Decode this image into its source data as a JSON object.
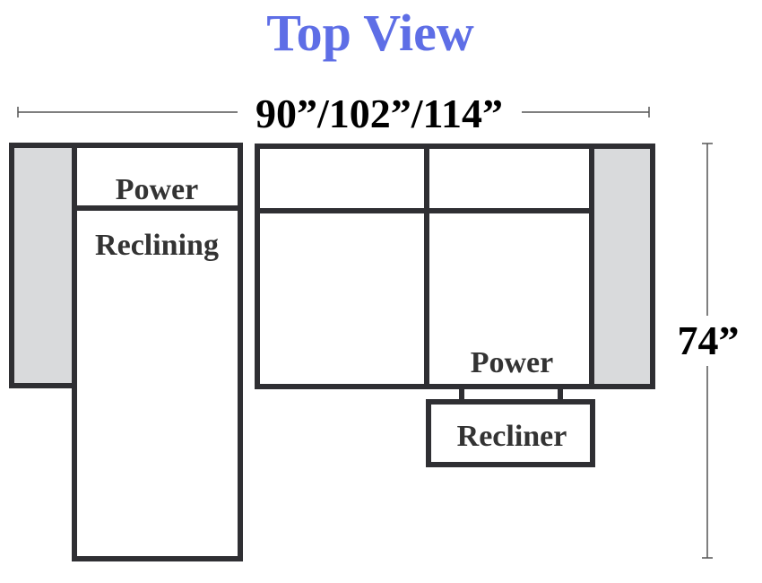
{
  "title": "Top View",
  "width_dimension": "90”/102”/114”",
  "depth_dimension": "74”",
  "chaise_label_top": "Power",
  "chaise_label_bottom": "Reclining",
  "recliner_label_top": "Power",
  "recliner_label_bottom": "Recliner",
  "colors": {
    "title": "#5e6ee6",
    "outline": "#2f2f33",
    "arm_fill": "#d9dadc"
  }
}
